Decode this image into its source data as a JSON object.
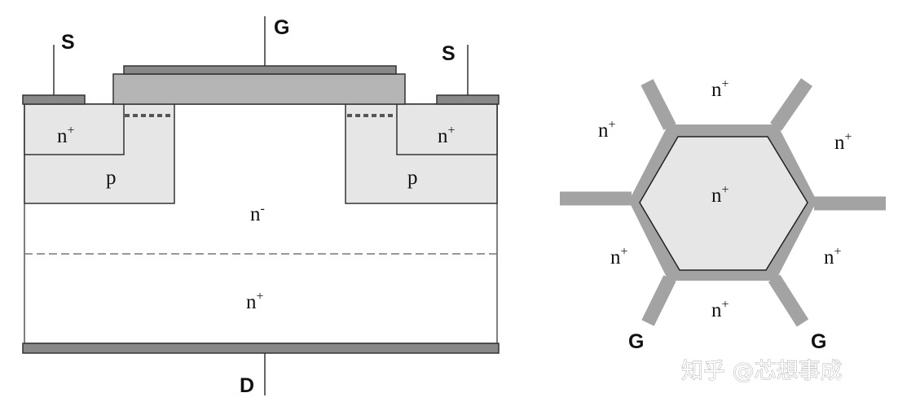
{
  "cross_section": {
    "source_left_label": "S",
    "source_right_label": "S",
    "gate_label": "G",
    "drain_label": "D",
    "nplus_left": "n",
    "nplus_right": "n",
    "p_left": "p",
    "p_right": "p",
    "n_minus": "n",
    "n_minus_sup": "-",
    "substrate": "n",
    "plus_sup": "+"
  },
  "hex_layout": {
    "center": "n",
    "top": "n",
    "upper_left": "n",
    "upper_right": "n",
    "lower_left": "n",
    "lower_right": "n",
    "bottom": "n",
    "plus_sup": "+",
    "gate_left_label": "G",
    "gate_right_label": "G"
  },
  "watermark": "知乎 @芯想事成"
}
